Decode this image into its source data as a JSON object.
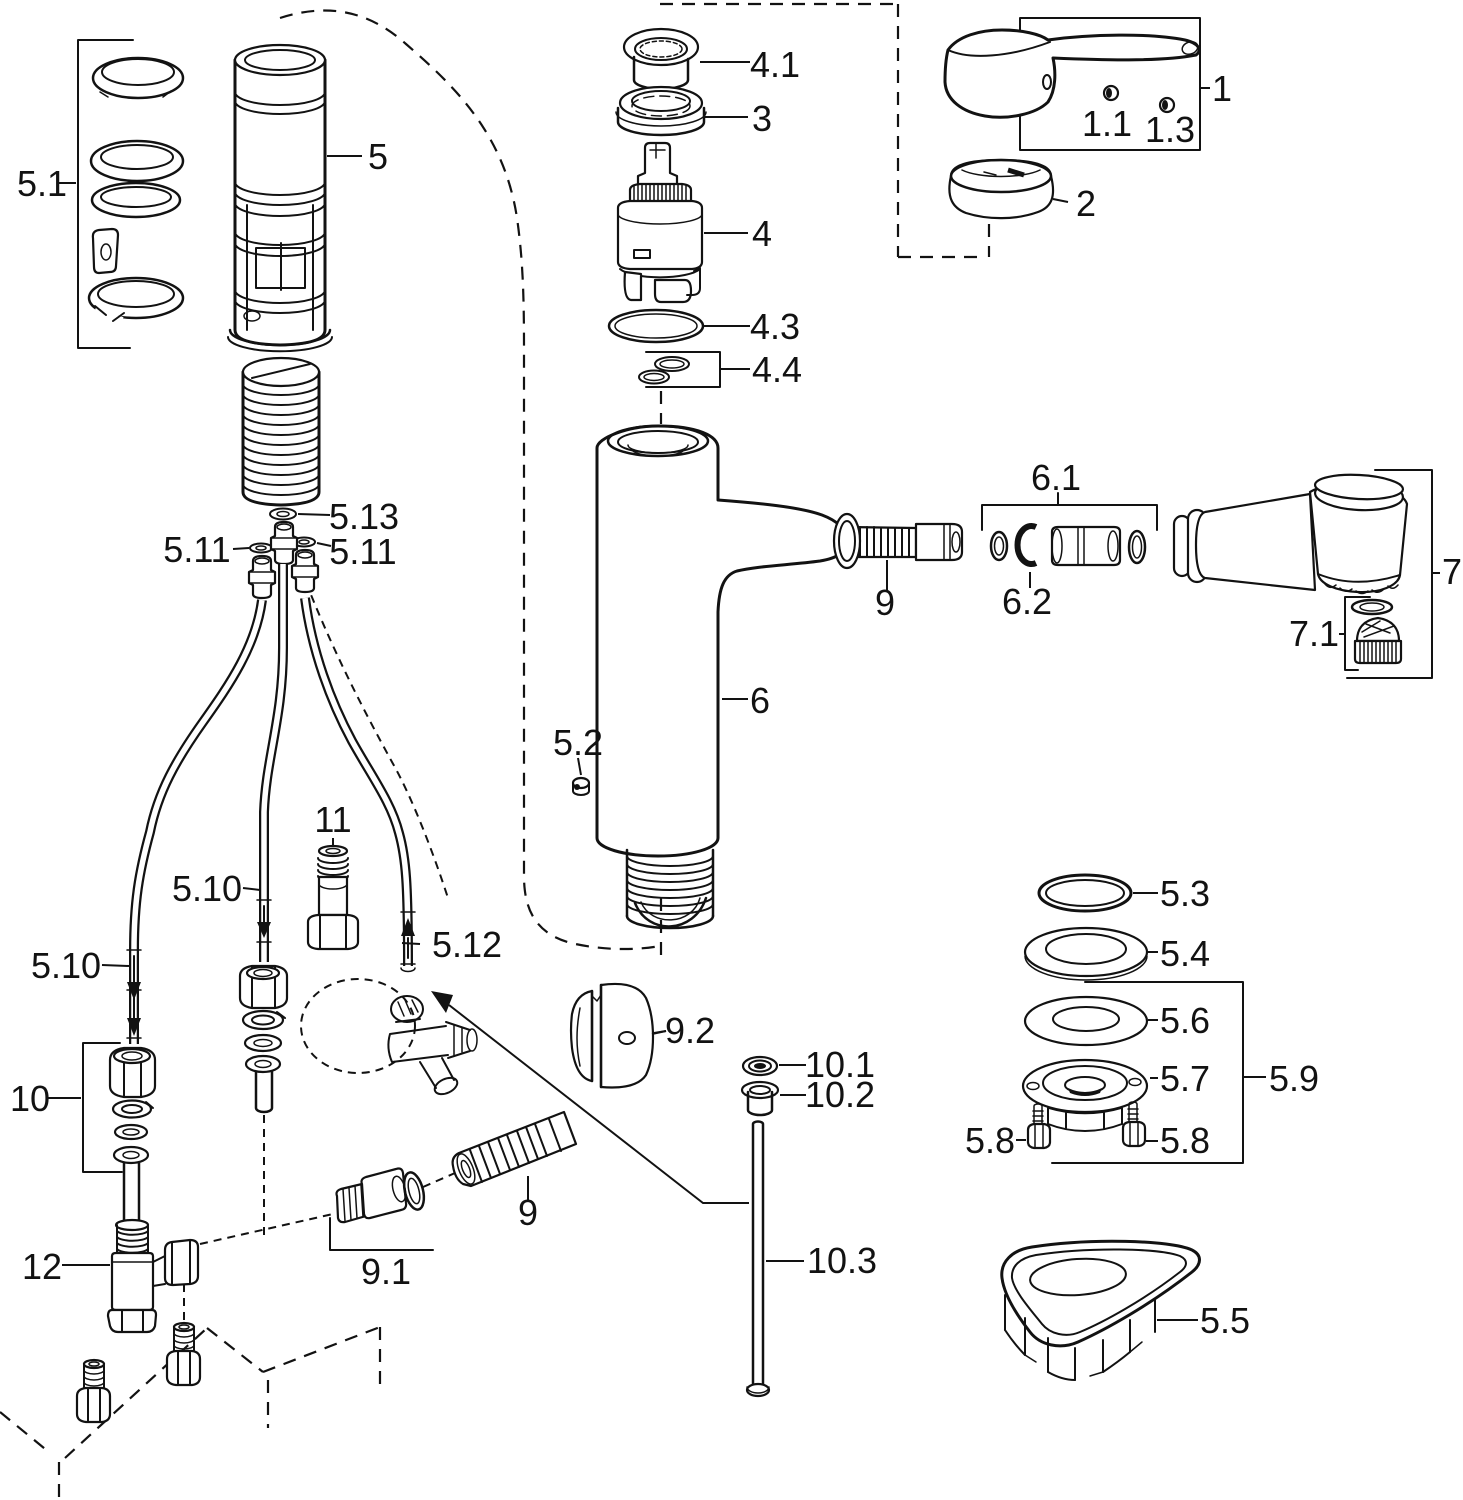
{
  "colors": {
    "ink": "#121212",
    "background": "#ffffff"
  },
  "callouts": {
    "c1": "1",
    "c1_1": "1.1",
    "c1_3": "1.3",
    "c2": "2",
    "c3": "3",
    "c4": "4",
    "c4_1": "4.1",
    "c4_3": "4.3",
    "c4_4": "4.4",
    "c5": "5",
    "c5_1": "5.1",
    "c5_2": "5.2",
    "c5_3": "5.3",
    "c5_4": "5.4",
    "c5_5": "5.5",
    "c5_6": "5.6",
    "c5_7": "5.7",
    "c5_8": "5.8",
    "c5_9": "5.9",
    "c5_10": "5.10",
    "c5_11": "5.11",
    "c5_12": "5.12",
    "c5_13": "5.13",
    "c6": "6",
    "c6_1": "6.1",
    "c6_2": "6.2",
    "c7": "7",
    "c7_1": "7.1",
    "c9": "9",
    "c9_1": "9.1",
    "c9_2": "9.2",
    "c10": "10",
    "c10_1": "10.1",
    "c10_2": "10.2",
    "c10_3": "10.3",
    "c11": "11",
    "c12": "12"
  }
}
